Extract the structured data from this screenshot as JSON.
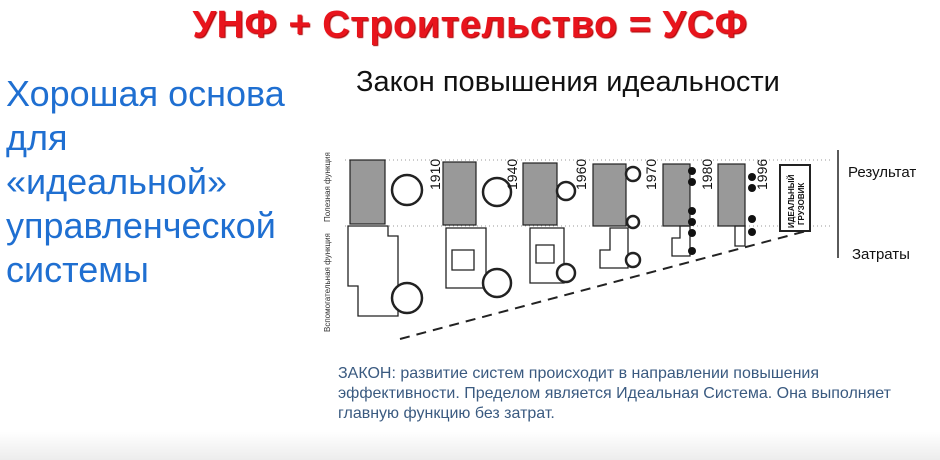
{
  "slide_title": "УНФ + Строительство = УСФ",
  "left_text": [
    "Хорошая основа",
    "для",
    "«идеальной»",
    "управленческой",
    "системы"
  ],
  "subtitle": "Закон повышения идеальности",
  "diagram": {
    "label_useful": "Полезная функция",
    "label_auxiliary": "Вспомогательная функция",
    "years": [
      "1910",
      "1940",
      "1960",
      "1970",
      "1980",
      "1996"
    ],
    "ideal_box": [
      "ИДЕАЛЬНЫЙ",
      "ГРУЗОВИК"
    ],
    "result_label": "Результат",
    "cost_label": "Затраты"
  },
  "law_text": "ЗАКОН: развитие систем происходит в направлении повышения  эффективности. Пределом является Идеальная Система. Она выполняет главную функцию без затрат."
}
